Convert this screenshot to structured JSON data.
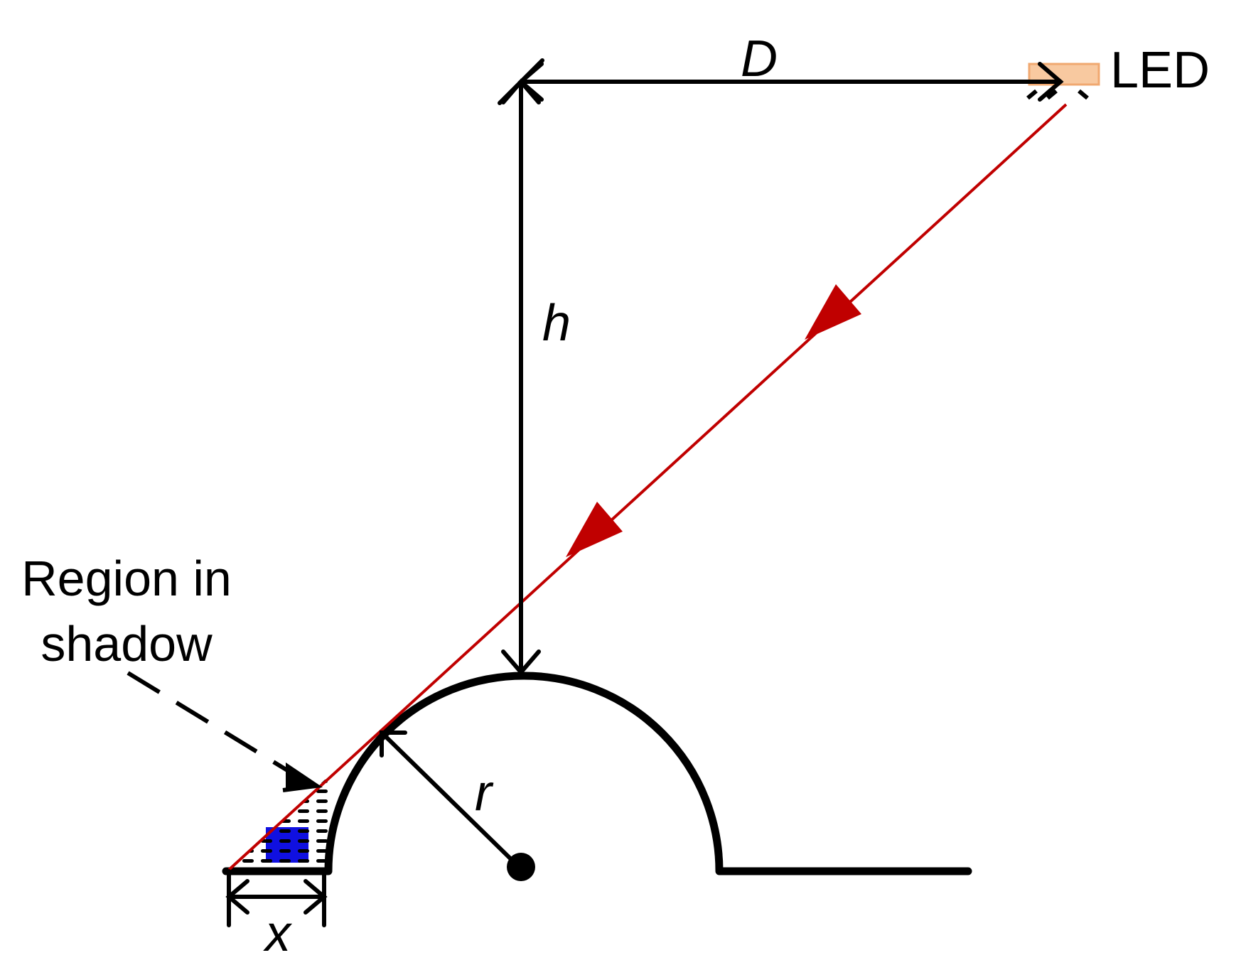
{
  "labels": {
    "distance": "D",
    "led": "LED",
    "height": "h",
    "radius": "r",
    "shadow_width": "x",
    "shadow_line1": "Region in",
    "shadow_line2": "shadow"
  },
  "colors": {
    "ink": "#000000",
    "light_ray": "#c00000",
    "led_fill": "#f8c9a0",
    "led_stroke": "#f0a870",
    "shadow_patch": "#1010e0"
  }
}
